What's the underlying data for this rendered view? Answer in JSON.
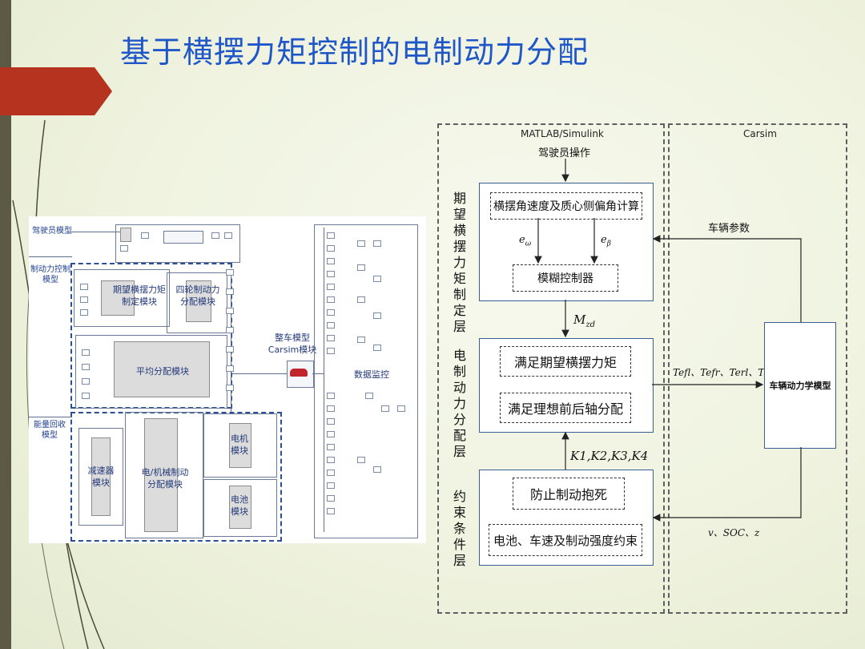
{
  "title": "基于横摆力矩控制的电制动力分配",
  "simulink": {
    "labels": {
      "driver": "驾驶员模型",
      "braking_control": "制动力控制\n模型",
      "energy_recovery": "能量回收\n模型",
      "yaw_setting": "期望横摆力矩\n制定模块",
      "four_wheel": "四轮制动力\n分配模块",
      "average": "平均分配模块",
      "vehicle_model": "整车模型\nCarsim模块",
      "monitor": "数据监控",
      "reducer": "减速器\n模块",
      "electromech": "电/机械制动\n分配模块",
      "motor": "电机\n模块",
      "battery": "电池\n模块"
    }
  },
  "diagram": {
    "left_header": "MATLAB/Simulink",
    "right_header": "Carsim",
    "driver_op": "驾驶员操作",
    "layer1_label": "期望横摆力矩制定层",
    "layer1_top": "横摆角速度及质心侧偏角计算",
    "layer1_bottom": "模糊控制器",
    "e_omega": "e",
    "e_omega_sub": "ω",
    "e_beta": "e",
    "e_beta_sub": "β",
    "mzd": "M",
    "mzd_sub": "zd",
    "layer2_label": "电制动力分配层",
    "layer2_top": "满足期望横摆力矩",
    "layer2_bottom": "满足理想前后轴分配",
    "ks": "K1,K2,K3,K4",
    "layer3_label": "约束条件层",
    "layer3_top": "防止制动抱死",
    "layer3_bottom": "电池、车速及制动强度约束",
    "vehicle_params": "车辆参数",
    "torques": "Tefl、Tefr、Terl、Terr",
    "vehicle_dynamics": "车辆动力学模型",
    "feedback": "v、SOC、z"
  },
  "colors": {
    "title": "#1f57c8",
    "accent_tab": "#b5331f",
    "leftbar": "#5c5a45"
  }
}
